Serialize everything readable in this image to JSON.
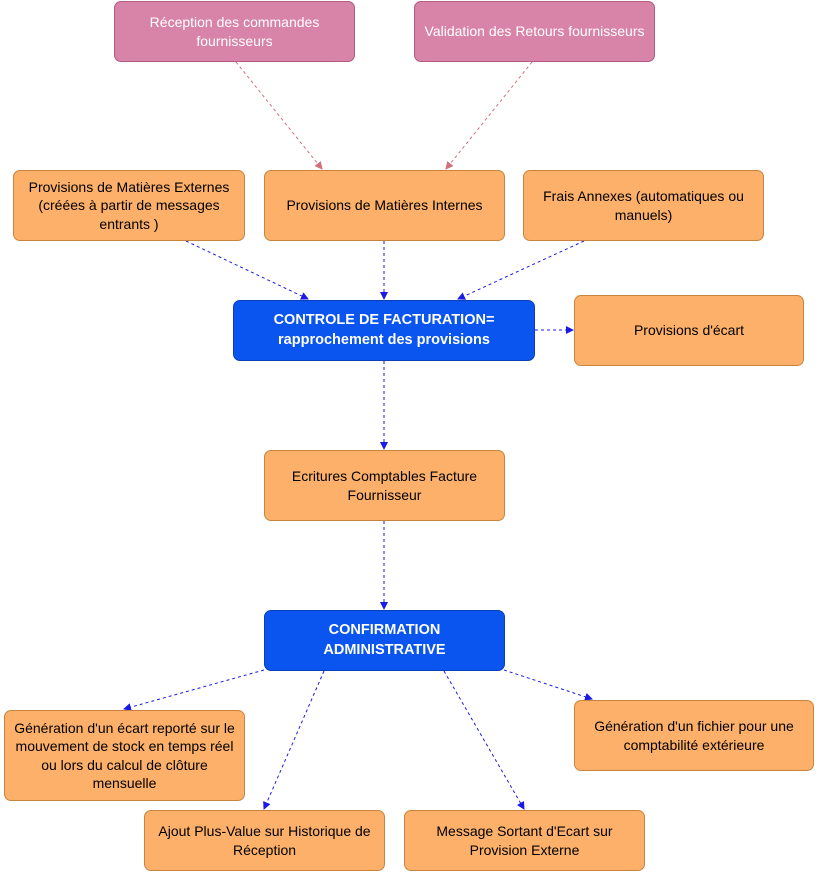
{
  "nodes": {
    "reception": "Réception des commandes fournisseurs",
    "retours": "Validation des Retours fournisseurs",
    "externes": "Provisions de Matières Externes (créées à partir de messages entrants )",
    "internes": "Provisions de Matières Internes",
    "frais": "Frais Annexes (automatiques ou manuels)",
    "controle": "CONTROLE DE FACTURATION= rapprochement des provisions",
    "ecart": "Provisions d'écart",
    "ecritures": "Ecritures Comptables Facture Fournisseur",
    "confirmation": "CONFIRMATION ADMINISTRATIVE",
    "generation_ecart": "Génération d'un écart reporté sur le mouvement de stock en temps réel ou lors du calcul de clôture mensuelle",
    "fichier": "Génération d'un fichier pour une comptabilité extérieure",
    "plus_value": "Ajout Plus-Value sur Historique de Réception",
    "message": "Message Sortant d'Ecart sur Provision Externe"
  },
  "colors": {
    "source_fill": "#d883a8",
    "process_fill": "#fdb06a",
    "control_fill": "#0a54f0",
    "source_edge": "#d0707a",
    "flow_edge": "#1a1ae6"
  }
}
